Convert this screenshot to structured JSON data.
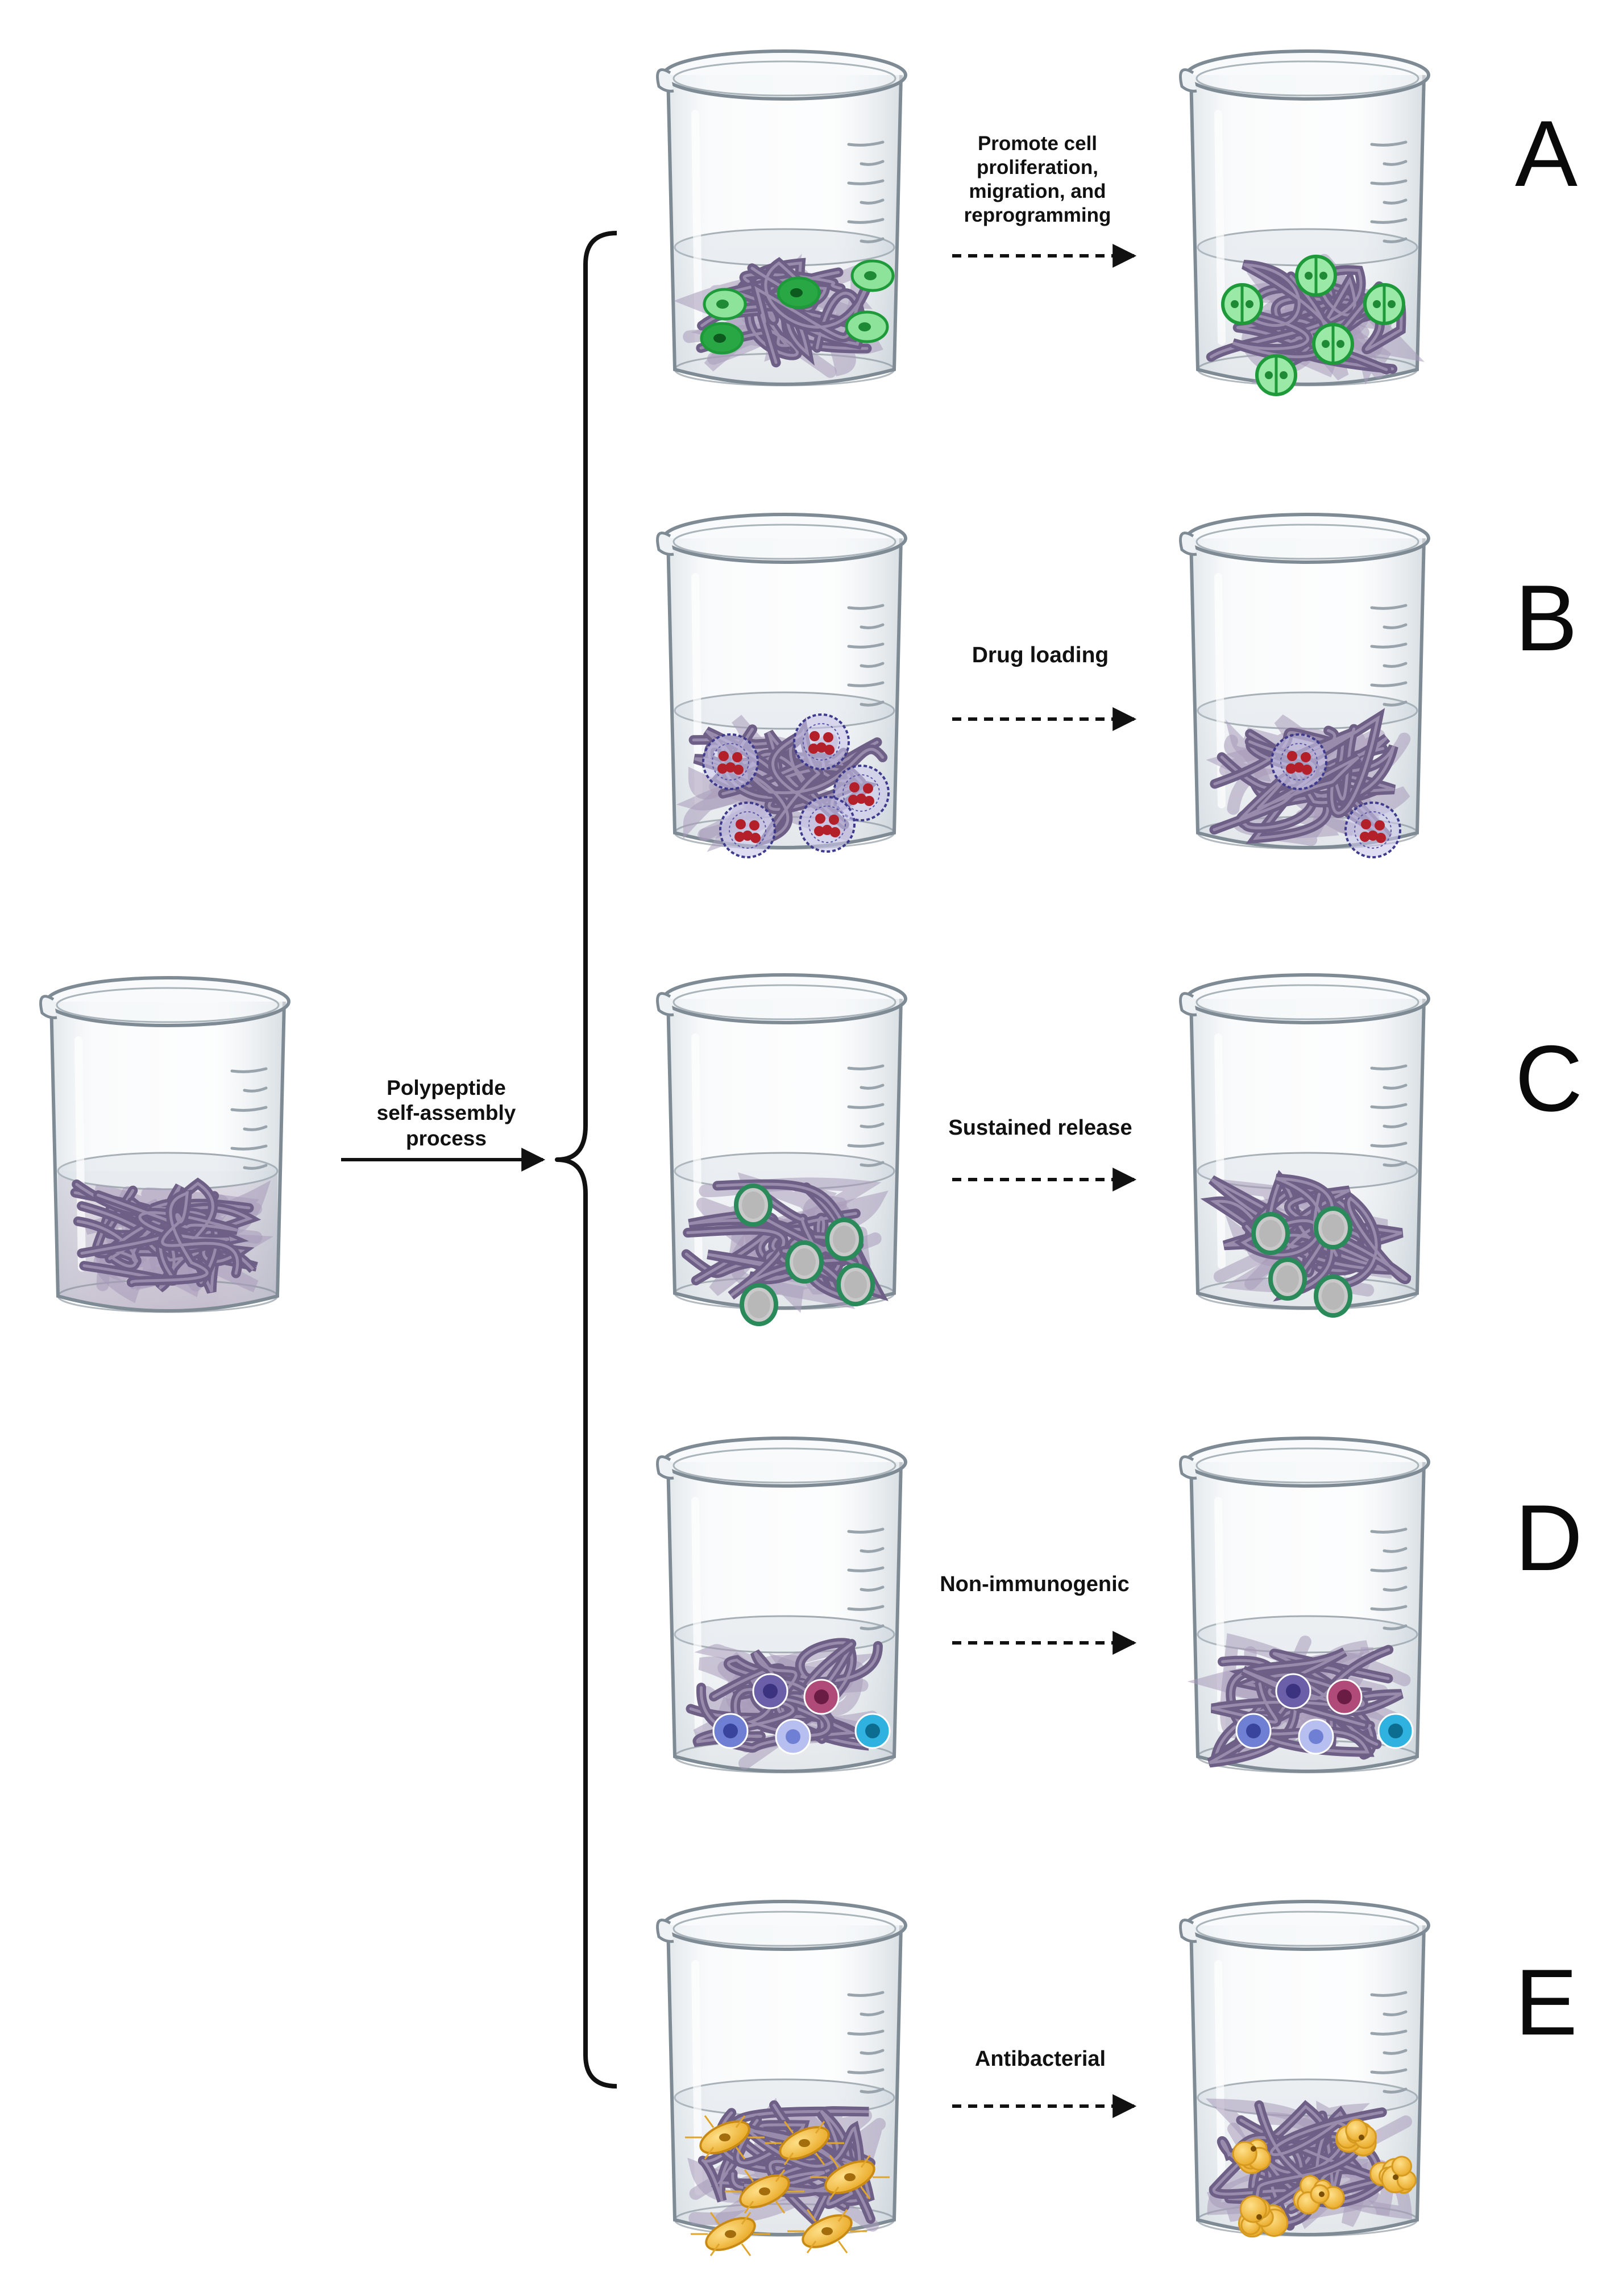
{
  "source_label": [
    "Polypeptide",
    "self-assembly",
    "process"
  ],
  "panels": [
    {
      "letter": "A",
      "label": [
        "Promote cell",
        "proliferation,",
        "migration, and",
        "reprogramming"
      ],
      "content": "stem-cells",
      "content_after": "dividing-cells"
    },
    {
      "letter": "B",
      "label": [
        "Drug loading"
      ],
      "content": "drug-particles",
      "content_after": "drug-particles"
    },
    {
      "letter": "C",
      "label": [
        "Sustained release"
      ],
      "content": "release-vesicles",
      "content_after": "release-vesicles"
    },
    {
      "letter": "D",
      "label": [
        "Non-immunogenic"
      ],
      "content": "immune-cells",
      "content_after": "immune-cells"
    },
    {
      "letter": "E",
      "label": [
        "Antibacterial"
      ],
      "content": "bacteria",
      "content_after": "dead-bacteria"
    }
  ],
  "colors": {
    "fiber": "#6e5f86",
    "fiber_light": "#a79bba",
    "glass_stroke": "#7f8b94",
    "cell_green": "#2fbf4a",
    "drug_red": "#b3202a",
    "vesicle_ring": "#2b8a5a",
    "bacteria": "#f0b93a"
  }
}
